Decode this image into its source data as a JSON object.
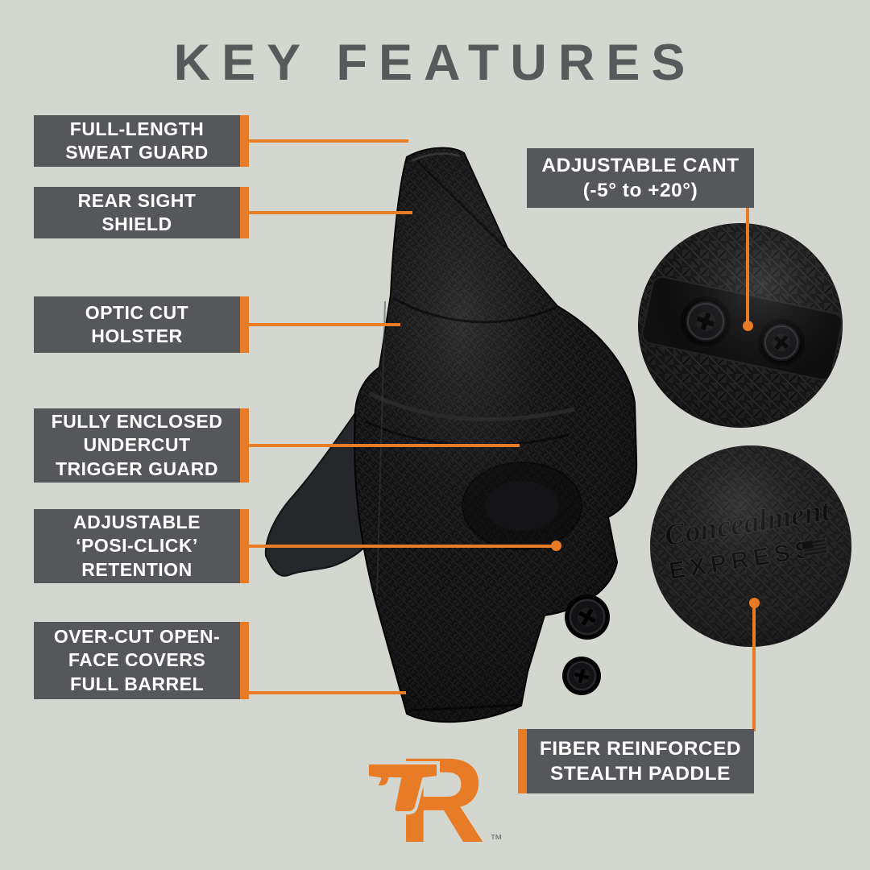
{
  "title": "KEY FEATURES",
  "colors": {
    "background": "#d4d6d0",
    "panel": "#56575b",
    "accent": "#e87c26",
    "title_text": "#58595b"
  },
  "features_left": [
    {
      "label": "FULL-LENGTH\nSWEAT GUARD"
    },
    {
      "label": "REAR SIGHT\nSHIELD"
    },
    {
      "label": "OPTIC CUT\nHOLSTER"
    },
    {
      "label": "FULLY ENCLOSED\nUNDERCUT\nTRIGGER GUARD"
    },
    {
      "label": "ADJUSTABLE\n‘POSI-CLICK’\nRETENTION"
    },
    {
      "label": "OVER-CUT OPEN-\nFACE COVERS\nFULL BARREL"
    }
  ],
  "features_right": [
    {
      "label": "ADJUSTABLE CANT\n(-5° to +20°)"
    },
    {
      "label": "FIBER REINFORCED\nSTEALTH PADDLE"
    }
  ],
  "brand_stamp": {
    "line1": "Concealment",
    "line2": "EXPRESS"
  },
  "logo": {
    "letter": "R",
    "trademark": "™"
  }
}
